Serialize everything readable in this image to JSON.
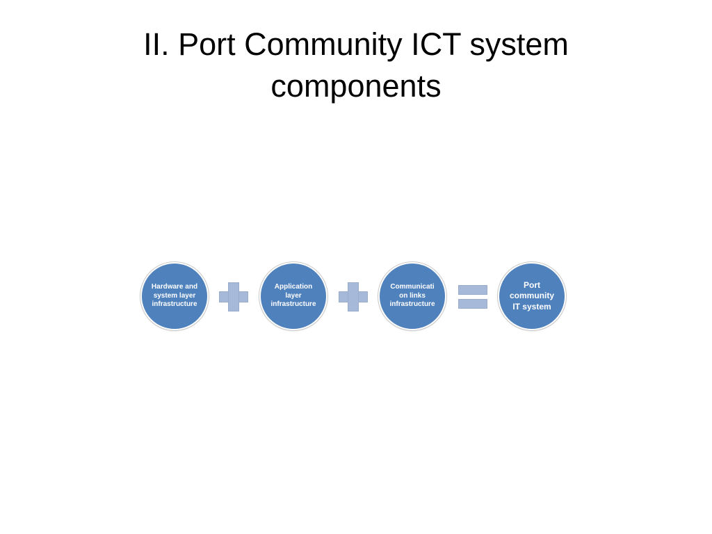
{
  "slide": {
    "title": "II. Port Community ICT system components"
  },
  "diagram": {
    "node_1": "Hardware and\nsystem layer\ninfrastructure",
    "node_2": "Application\nlayer\ninfrastructure",
    "node_3": "Communicati\non links\ninfrastructure",
    "result": "Port\ncommunity\nIT system"
  },
  "colors": {
    "circle_fill": "#4f81bd",
    "operator_fill": "#a6b9d9",
    "text_on_circle": "#ffffff",
    "title_text": "#000000"
  }
}
